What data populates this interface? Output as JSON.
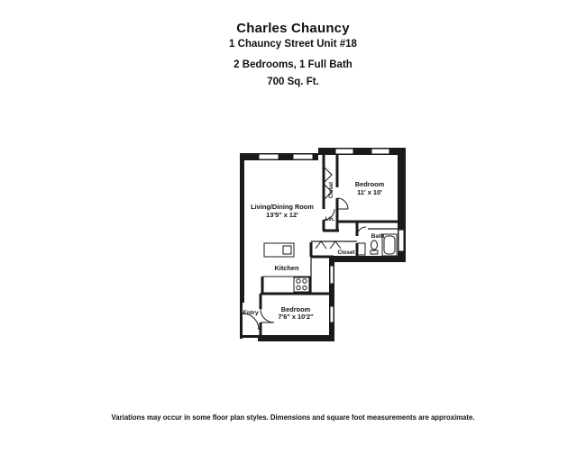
{
  "header": {
    "title": "Charles Chauncy",
    "address": "1 Chauncy Street Unit #18",
    "bedrooms_baths": "2 Bedrooms, 1 Full Bath",
    "square_feet": "700 Sq. Ft."
  },
  "rooms": {
    "living_dining": {
      "name": "Living/Dining Room",
      "dimensions": "13'5\" x 12'"
    },
    "bedroom_upper": {
      "name": "Bedroom",
      "dimensions": "11' x 10'"
    },
    "bedroom_lower": {
      "name": "Bedroom",
      "dimensions": "7'6\" x 10'2\""
    },
    "kitchen": {
      "name": "Kitchen"
    },
    "bath": {
      "name": "Bath"
    },
    "closet_upper": {
      "name": "Closet"
    },
    "closet_lower": {
      "name": "Closet"
    },
    "linen": {
      "name": "Lin."
    },
    "entry": {
      "name": "Entry"
    }
  },
  "footer": {
    "disclaimer": "Variations may occur in some floor plan styles. Dimensions and square foot measurements are approximate."
  }
}
